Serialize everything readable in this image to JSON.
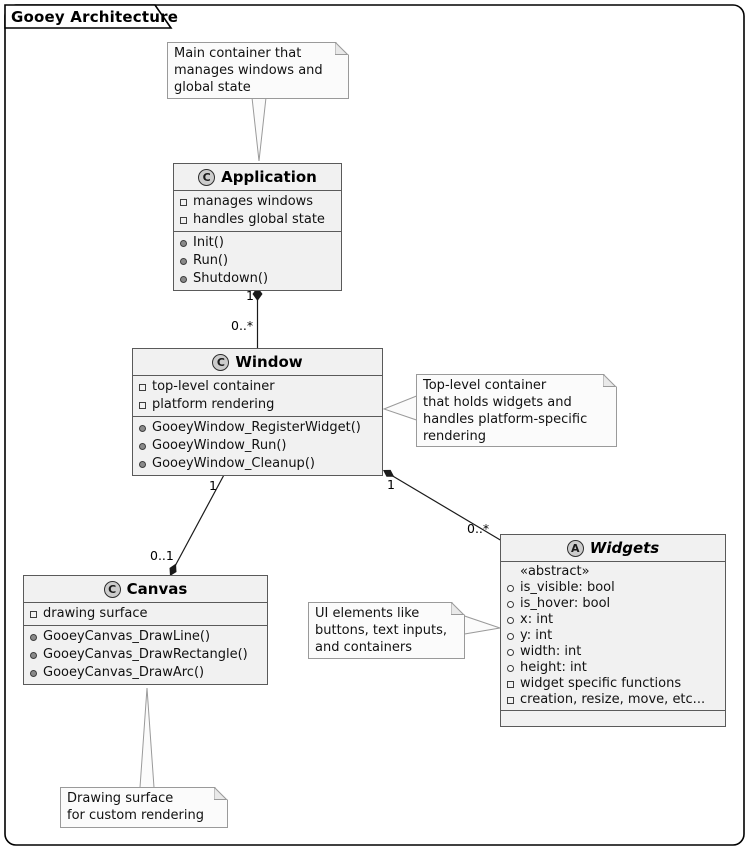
{
  "frame": {
    "title": "Gooey Architecture"
  },
  "classes": {
    "application": {
      "icon": "C",
      "name": "Application",
      "fields": [
        "manages windows",
        "handles global state"
      ],
      "methods": [
        "Init()",
        "Run()",
        "Shutdown()"
      ]
    },
    "window": {
      "icon": "C",
      "name": "Window",
      "fields": [
        "top-level container",
        "platform rendering"
      ],
      "methods": [
        "GooeyWindow_RegisterWidget()",
        "GooeyWindow_Run()",
        "GooeyWindow_Cleanup()"
      ]
    },
    "canvas": {
      "icon": "C",
      "name": "Canvas",
      "fields": [
        "drawing surface"
      ],
      "methods": [
        "GooeyCanvas_DrawLine()",
        "GooeyCanvas_DrawRectangle()",
        "GooeyCanvas_DrawArc()"
      ]
    },
    "widgets": {
      "icon": "A",
      "name": "Widgets",
      "stereotype": "«abstract»",
      "attributes": [
        "is_visible: bool",
        "is_hover: bool",
        "x: int",
        "y: int",
        "width: int",
        "height: int"
      ],
      "fields": [
        "widget specific functions",
        "creation, resize, move, etc..."
      ]
    }
  },
  "notes": {
    "application": "Main container that\nmanages windows and\nglobal state",
    "window": "Top-level container\nthat holds widgets and\nhandles platform-specific\nrendering",
    "widgets": "UI elements like\nbuttons, text inputs,\nand containers",
    "canvas": "Drawing surface\nfor custom rendering"
  },
  "links": {
    "app_window": {
      "from_label": "1",
      "to_label": "0..*"
    },
    "window_canvas": {
      "from_label": "1",
      "to_label": "0..1"
    },
    "window_widgets": {
      "from_label": "1",
      "to_label": "0..*"
    }
  }
}
